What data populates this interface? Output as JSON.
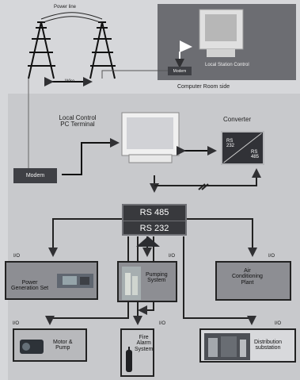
{
  "top": {
    "tower_label": "Power line",
    "tower_sub": "Wire",
    "remote_caption": "Computer Room side",
    "remote_modem": "Modem",
    "remote_note": "Local Station Control"
  },
  "lower": {
    "local_control": "Local Control\nPC Terminal",
    "converter": "Converter",
    "modem": "Modem",
    "rs485": "RS 485",
    "rs232": "RS 232",
    "conv_a": "RS\n232",
    "conv_b": "RS\n485",
    "tags": [
      "I/O",
      "I/O",
      "I/O",
      "I/O",
      "I/O",
      "I/O"
    ],
    "modules": [
      {
        "name": "Power\nGeneration Set"
      },
      {
        "name": "Pumping\nSystem"
      },
      {
        "name": "Air\nConditioning\nPlant"
      },
      {
        "name": "Motor &\nPump"
      },
      {
        "name": "Fire\nAlarm\nSystem"
      },
      {
        "name": "Distribution\nsubstation"
      }
    ]
  }
}
